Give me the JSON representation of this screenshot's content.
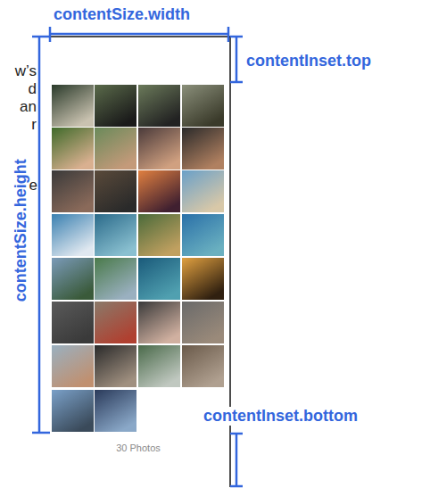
{
  "diagram": {
    "labels": [
      "contentSize.width",
      "w’s",
      "d",
      "an",
      "r",
      "contentInset.top",
      "contentSize.height",
      "e",
      "contentInset.bottom",
      "30 Photos"
    ]
  }
}
